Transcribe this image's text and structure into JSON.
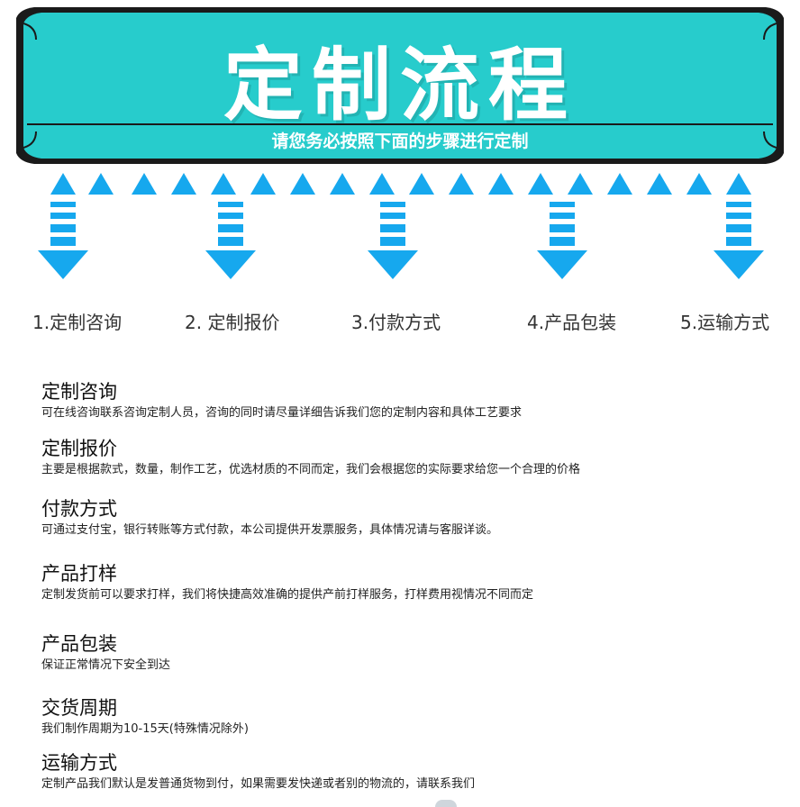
{
  "banner": {
    "title": "定制流程",
    "subtitle": "请您务必按照下面的步骤进行定制",
    "colors": {
      "fill": "#27cccc",
      "border": "#1a1a1a",
      "text": "#ffffff"
    }
  },
  "arrow_color": "#16a8ee",
  "steps": [
    {
      "label": "1.定制咨询"
    },
    {
      "label": "2. 定制报价"
    },
    {
      "label": "3.付款方式"
    },
    {
      "label": "4.产品包装"
    },
    {
      "label": "5.运输方式"
    }
  ],
  "sections": [
    {
      "title": "定制咨询",
      "desc": "可在线咨询联系咨询定制人员，咨询的同时请尽量详细告诉我们您的定制内容和具体工艺要求"
    },
    {
      "title": "定制报价",
      "desc": "主要是根据款式，数量，制作工艺，优选材质的不同而定，我们会根据您的实际要求给您一个合理的价格"
    },
    {
      "title": "付款方式",
      "desc": "可通过支付宝，银行转账等方式付款，本公司提供开发票服务，具体情况请与客服详谈。"
    },
    {
      "title": "产品打样",
      "desc": "定制发货前可以要求打样，我们将快捷高效准确的提供产前打样服务，打样费用视情况不同而定"
    },
    {
      "title": "产品包装",
      "desc": "保证正常情况下安全到达"
    },
    {
      "title": "交货周期",
      "desc": "我们制作周期为10-15天(特殊情况除外)"
    },
    {
      "title": "运输方式",
      "desc": "定制产品我们默认是发普通货物到付，如果需要发快递或者别的物流的，请联系我们"
    }
  ]
}
